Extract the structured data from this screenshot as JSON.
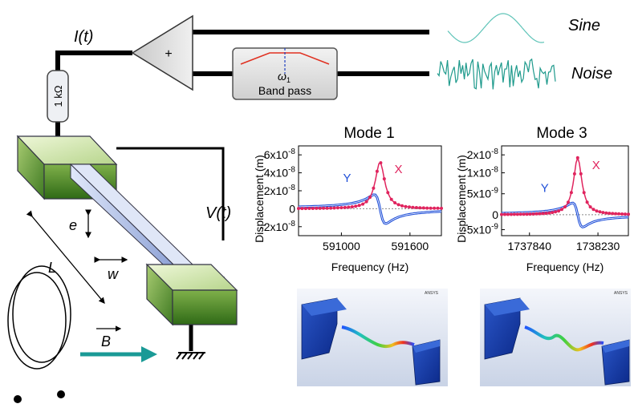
{
  "labels": {
    "current": "I(t)",
    "resistor": "1 kΩ",
    "sum": "+",
    "omega": "ω",
    "omega_sub": "1",
    "bandpass": "Band pass",
    "sine": "Sine",
    "noise": "Noise",
    "voltage": "V(t)",
    "e": "e",
    "L": "L",
    "w": "w",
    "B": "B"
  },
  "colors": {
    "wire": "#000000",
    "sine_wave": "#5fc4b8",
    "noise_wave": "#1e9a8c",
    "arrow": "#1a9a96",
    "y_series": "#1f4fd8",
    "x_series": "#e0245e",
    "filter_curve": "#e03020",
    "filter_center": "#2040c0",
    "block_green": "#4a8a2a",
    "beam_blue": "#a8b8e0"
  },
  "chart_data": [
    {
      "type": "line",
      "title": "Mode 1",
      "xlabel": "Frequency (Hz)",
      "ylabel": "Displacement (m)",
      "xticks": [
        "591000",
        "591600"
      ],
      "yticks": [
        "6x10-8",
        "4x10-8",
        "2x10-8",
        "0",
        "-2x10-8"
      ],
      "ylim": [
        -3e-08,
        7e-08
      ],
      "series": [
        {
          "name": "X",
          "color": "#e0245e",
          "peak": 5.2e-08
        },
        {
          "name": "Y",
          "color": "#1f4fd8",
          "peak": 2.8e-08,
          "trough": -2.5e-08
        }
      ]
    },
    {
      "type": "line",
      "title": "Mode 3",
      "xlabel": "Frequency (Hz)",
      "ylabel": "Displacement (m)",
      "xticks": [
        "1737840",
        "1738230"
      ],
      "yticks": [
        "2x10-8",
        "1x10-8",
        "5x10-9",
        "0",
        "-5x10-9"
      ],
      "ylim": [
        -7e-09,
        2.3e-08
      ],
      "series": [
        {
          "name": "X",
          "color": "#e0245e",
          "peak": 1.9e-08
        },
        {
          "name": "Y",
          "color": "#1f4fd8",
          "peak": 7e-09,
          "trough": -6e-09
        }
      ]
    }
  ],
  "simulations": [
    {
      "logo": "ANSYS"
    },
    {
      "logo": "ANSYS"
    }
  ]
}
